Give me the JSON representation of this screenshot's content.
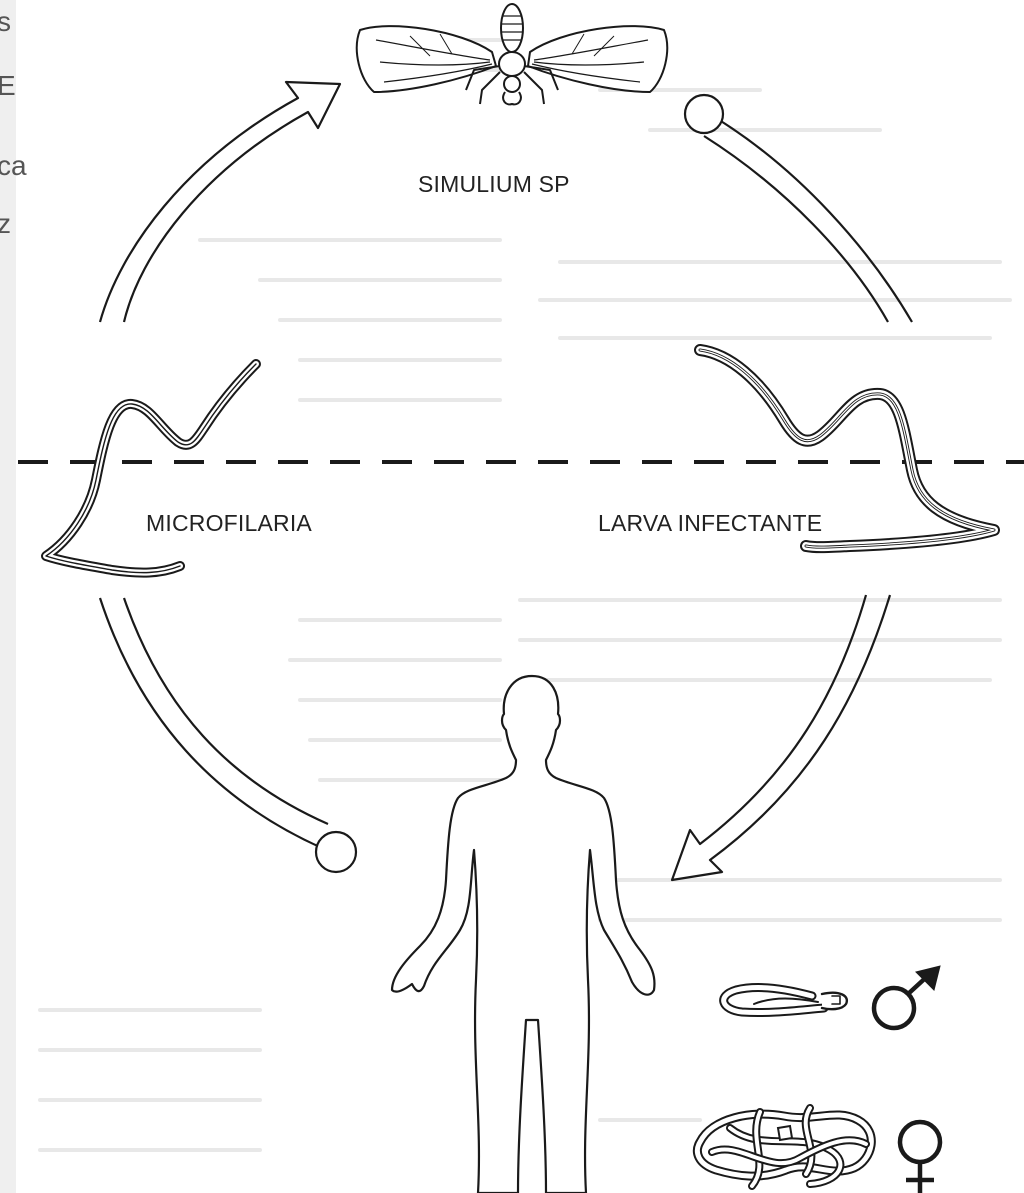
{
  "labels": {
    "vector": "SIMULIUM SP",
    "microfilaria": "MICROFILARIA",
    "larva": "LARVA INFECTANTE"
  },
  "edge_fragments": [
    "s",
    "E",
    "ca",
    "z"
  ],
  "symbols": {
    "male": "♂",
    "female": "♀"
  },
  "colors": {
    "line": "#1a1a1a",
    "paper": "#ffffff",
    "faint_text": "#cfcfcf"
  }
}
